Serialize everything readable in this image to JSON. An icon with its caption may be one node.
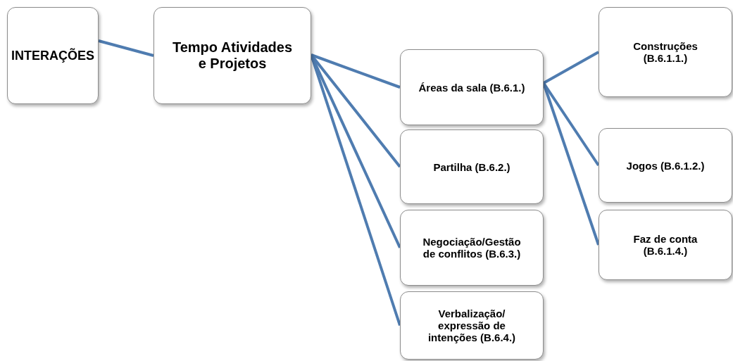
{
  "diagram": {
    "nodes": [
      {
        "text": [
          "INTERAÇÕES"
        ]
      },
      {
        "text": [
          "Tempo Atividades e Projetos"
        ]
      },
      {
        "text": [
          "Áreas da sala (B.6.1.)"
        ]
      },
      {
        "text": [
          "Partilha (B.6.2.)"
        ]
      },
      {
        "text": [
          "Negociação/Gestão de conflitos (B.6.3.)"
        ]
      },
      {
        "text": [
          "Verbalização/ expressão de intenções (B.6.4.)"
        ]
      },
      {
        "text": [
          "Construções (B.6.1.1.)"
        ]
      },
      {
        "text": [
          "Jogos (B.6.1.2.)"
        ]
      },
      {
        "text": [
          "Faz de conta (B.6.1.4.)"
        ]
      }
    ],
    "edges": [
      {
        "from": 0,
        "to": 1,
        "arrow": "none"
      },
      {
        "from": 1,
        "to": 2,
        "arrow": "none"
      },
      {
        "from": 1,
        "to": 3,
        "arrow": "none"
      },
      {
        "from": 1,
        "to": 4,
        "arrow": "none"
      },
      {
        "from": 1,
        "to": 5,
        "arrow": "none"
      },
      {
        "from": 2,
        "to": 6,
        "arrow": "none"
      },
      {
        "from": 2,
        "to": 7,
        "arrow": "none"
      },
      {
        "from": 2,
        "to": 8,
        "arrow": "none"
      }
    ]
  }
}
